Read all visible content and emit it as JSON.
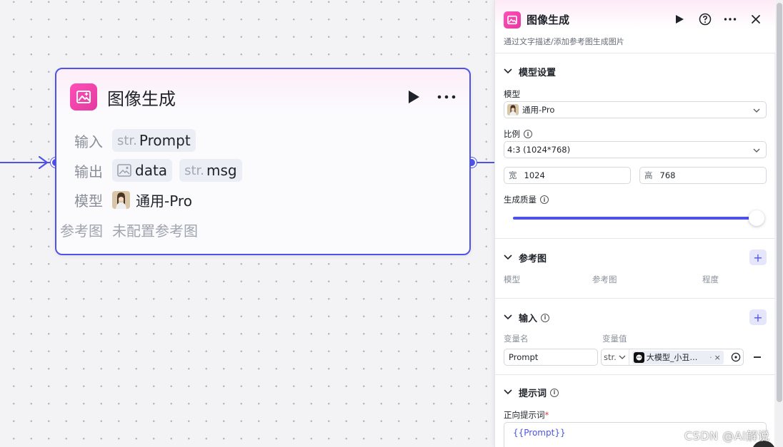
{
  "node": {
    "title": "图像生成",
    "input_label": "输入",
    "output_label": "输出",
    "model_label": "模型",
    "ref_label": "参考图",
    "inputs": [
      {
        "type": "str.",
        "name": "Prompt"
      }
    ],
    "outputs": [
      {
        "type": "image",
        "name": "data"
      },
      {
        "type": "str.",
        "name": "msg"
      }
    ],
    "model_value": "通用-Pro",
    "ref_value": "未配置参考图"
  },
  "panel": {
    "title": "图像生成",
    "description": "通过文字描述/添加参考图生成图片",
    "model_section": {
      "title": "模型设置",
      "model_label": "模型",
      "model_value": "通用-Pro",
      "ratio_label": "比例",
      "ratio_value": "4:3 (1024*768)",
      "width_prefix": "宽",
      "width_value": "1024",
      "height_prefix": "高",
      "height_value": "768",
      "quality_label": "生成质量",
      "quality_level": 1.0
    },
    "ref_section": {
      "title": "参考图",
      "columns": [
        "模型",
        "参考图",
        "程度"
      ]
    },
    "input_section": {
      "title": "输入",
      "col_name": "变量名",
      "col_value": "变量值",
      "var_name": "Prompt",
      "var_type": "str.",
      "var_ref": "大模型_小丑…",
      "var_ref_suffix": "·"
    },
    "prompt_section": {
      "title": "提示词",
      "positive_label": "正向提示词",
      "required_mark": "*",
      "positive_value": "{{Prompt}}"
    }
  },
  "watermark": "CSDN @AI解说",
  "colors": {
    "accent": "#4d53e8",
    "node_icon": "#e33a9f",
    "canvas": "#f3f3f5"
  }
}
